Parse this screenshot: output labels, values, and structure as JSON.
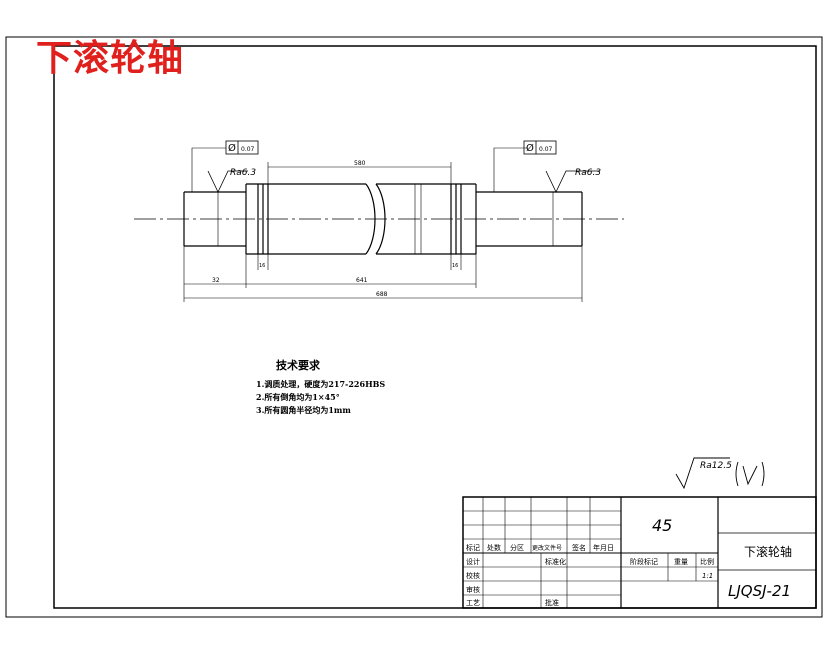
{
  "title": "下滚轮轴",
  "tolerance": {
    "value": "0.07",
    "symbol": "Ø"
  },
  "roughness": {
    "local": "Ra6.3",
    "general": "Ra12.5"
  },
  "dimensions": {
    "center_len": "580",
    "left_step": "32",
    "body_len": "641",
    "overall_len": "688",
    "groove": "16"
  },
  "tech_requirements": {
    "heading": "技术要求",
    "items": [
      "1.调质处理，硬度为217-226HBS",
      "2.所有倒角均为1×45°",
      "3.所有圆角半径均为1mm"
    ]
  },
  "title_block": {
    "material": "45",
    "part_name": "下滚轮轴",
    "drawing_no": "LJQSJ-21",
    "scale": "1:1",
    "col_labels": [
      "标记",
      "处数",
      "分区",
      "更改文件号",
      "签名",
      "年月日"
    ],
    "row_labels": [
      "设计",
      "校核",
      "审核",
      "工艺"
    ],
    "std_label": "标准化",
    "approve_label": "批准",
    "stage_label": "阶段标记",
    "weight_label": "重量",
    "scale_label": "比例"
  }
}
